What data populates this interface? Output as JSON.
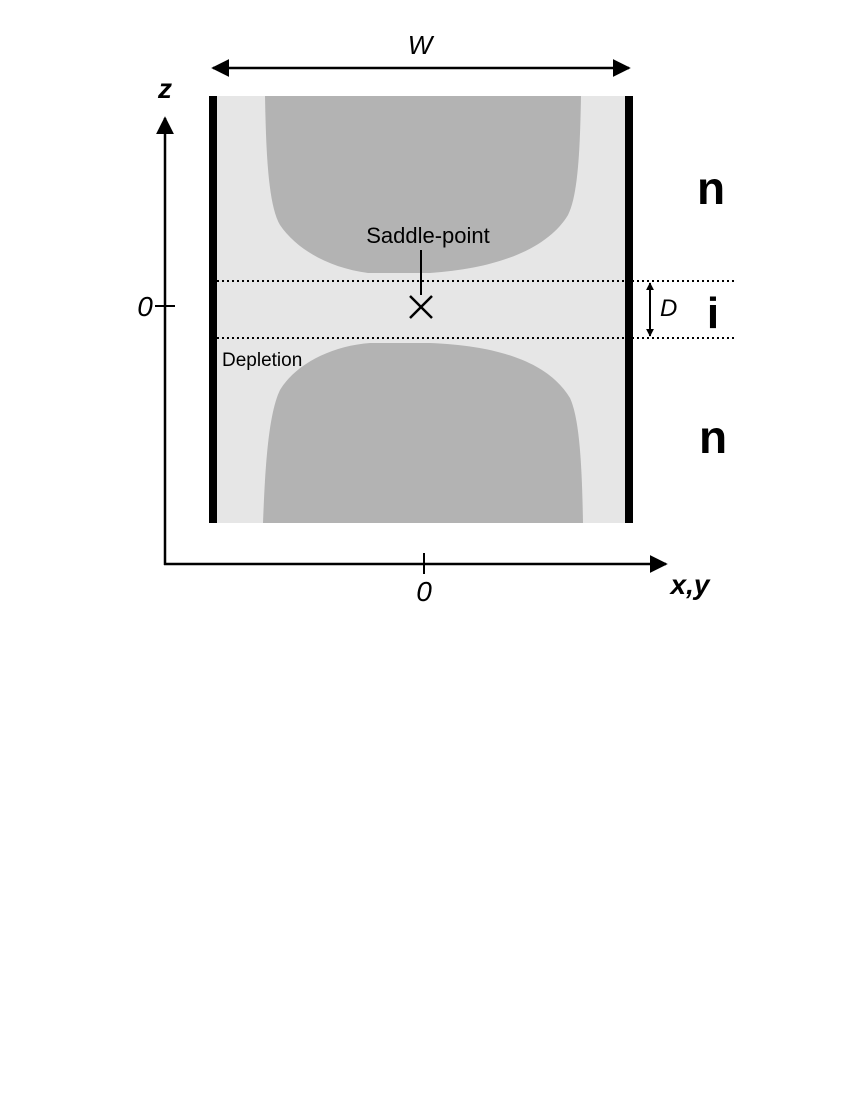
{
  "labels": {
    "width": "W",
    "z_axis": "z",
    "xy_axis": "x,y",
    "z_zero": "0",
    "x_zero": "0",
    "saddle_point": "Saddle-point",
    "depletion": "Depletion",
    "thickness": "D",
    "region_top": "n",
    "region_middle": "i",
    "region_bottom": "n"
  },
  "colors": {
    "depletion_fill": "#e6e6e6",
    "n_region_fill": "#b3b3b3",
    "wall": "#000000"
  }
}
